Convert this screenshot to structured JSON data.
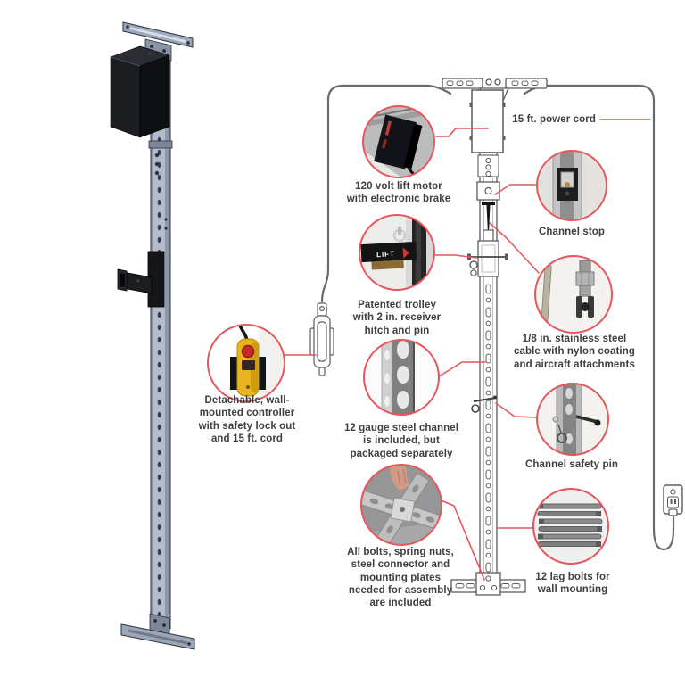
{
  "palette": {
    "accent_red": "#e5575c",
    "text_dark": "#3f3f3f",
    "drawing_gray": "#5c5c5c",
    "cord_gray": "#6a6a6a",
    "steel_light": "#b3bccc",
    "steel_mid": "#8e98aa",
    "steel_dark": "#2c323f",
    "motor_black": "#15161a",
    "controller_yellow": "#e9b41f",
    "controller_red": "#c62a28"
  },
  "callouts": {
    "motor": {
      "label": "120 volt lift motor\nwith electronic brake"
    },
    "power_cord": {
      "label": "15 ft. power cord"
    },
    "channel_stop": {
      "label": "Channel stop"
    },
    "trolley": {
      "label": "Patented trolley\nwith 2 in. receiver\nhitch and pin",
      "photo_text": "LIFT"
    },
    "cable": {
      "label": "1/8 in. stainless steel\ncable with nylon coating\nand aircraft attachments"
    },
    "channel": {
      "label": "12 gauge steel channel\nis included, but\npackaged separately"
    },
    "safety_pin": {
      "label": "Channel safety pin"
    },
    "controller": {
      "label": "Detachable, wall-\nmounted controller\nwith safety lock out\nand 15 ft. cord"
    },
    "bolts": {
      "label": "All bolts, spring nuts,\nsteel connector and\nmounting plates\nneeded for assembly\nare included"
    },
    "lag_bolts": {
      "label": "12 lag bolts for\nwall mounting"
    }
  }
}
